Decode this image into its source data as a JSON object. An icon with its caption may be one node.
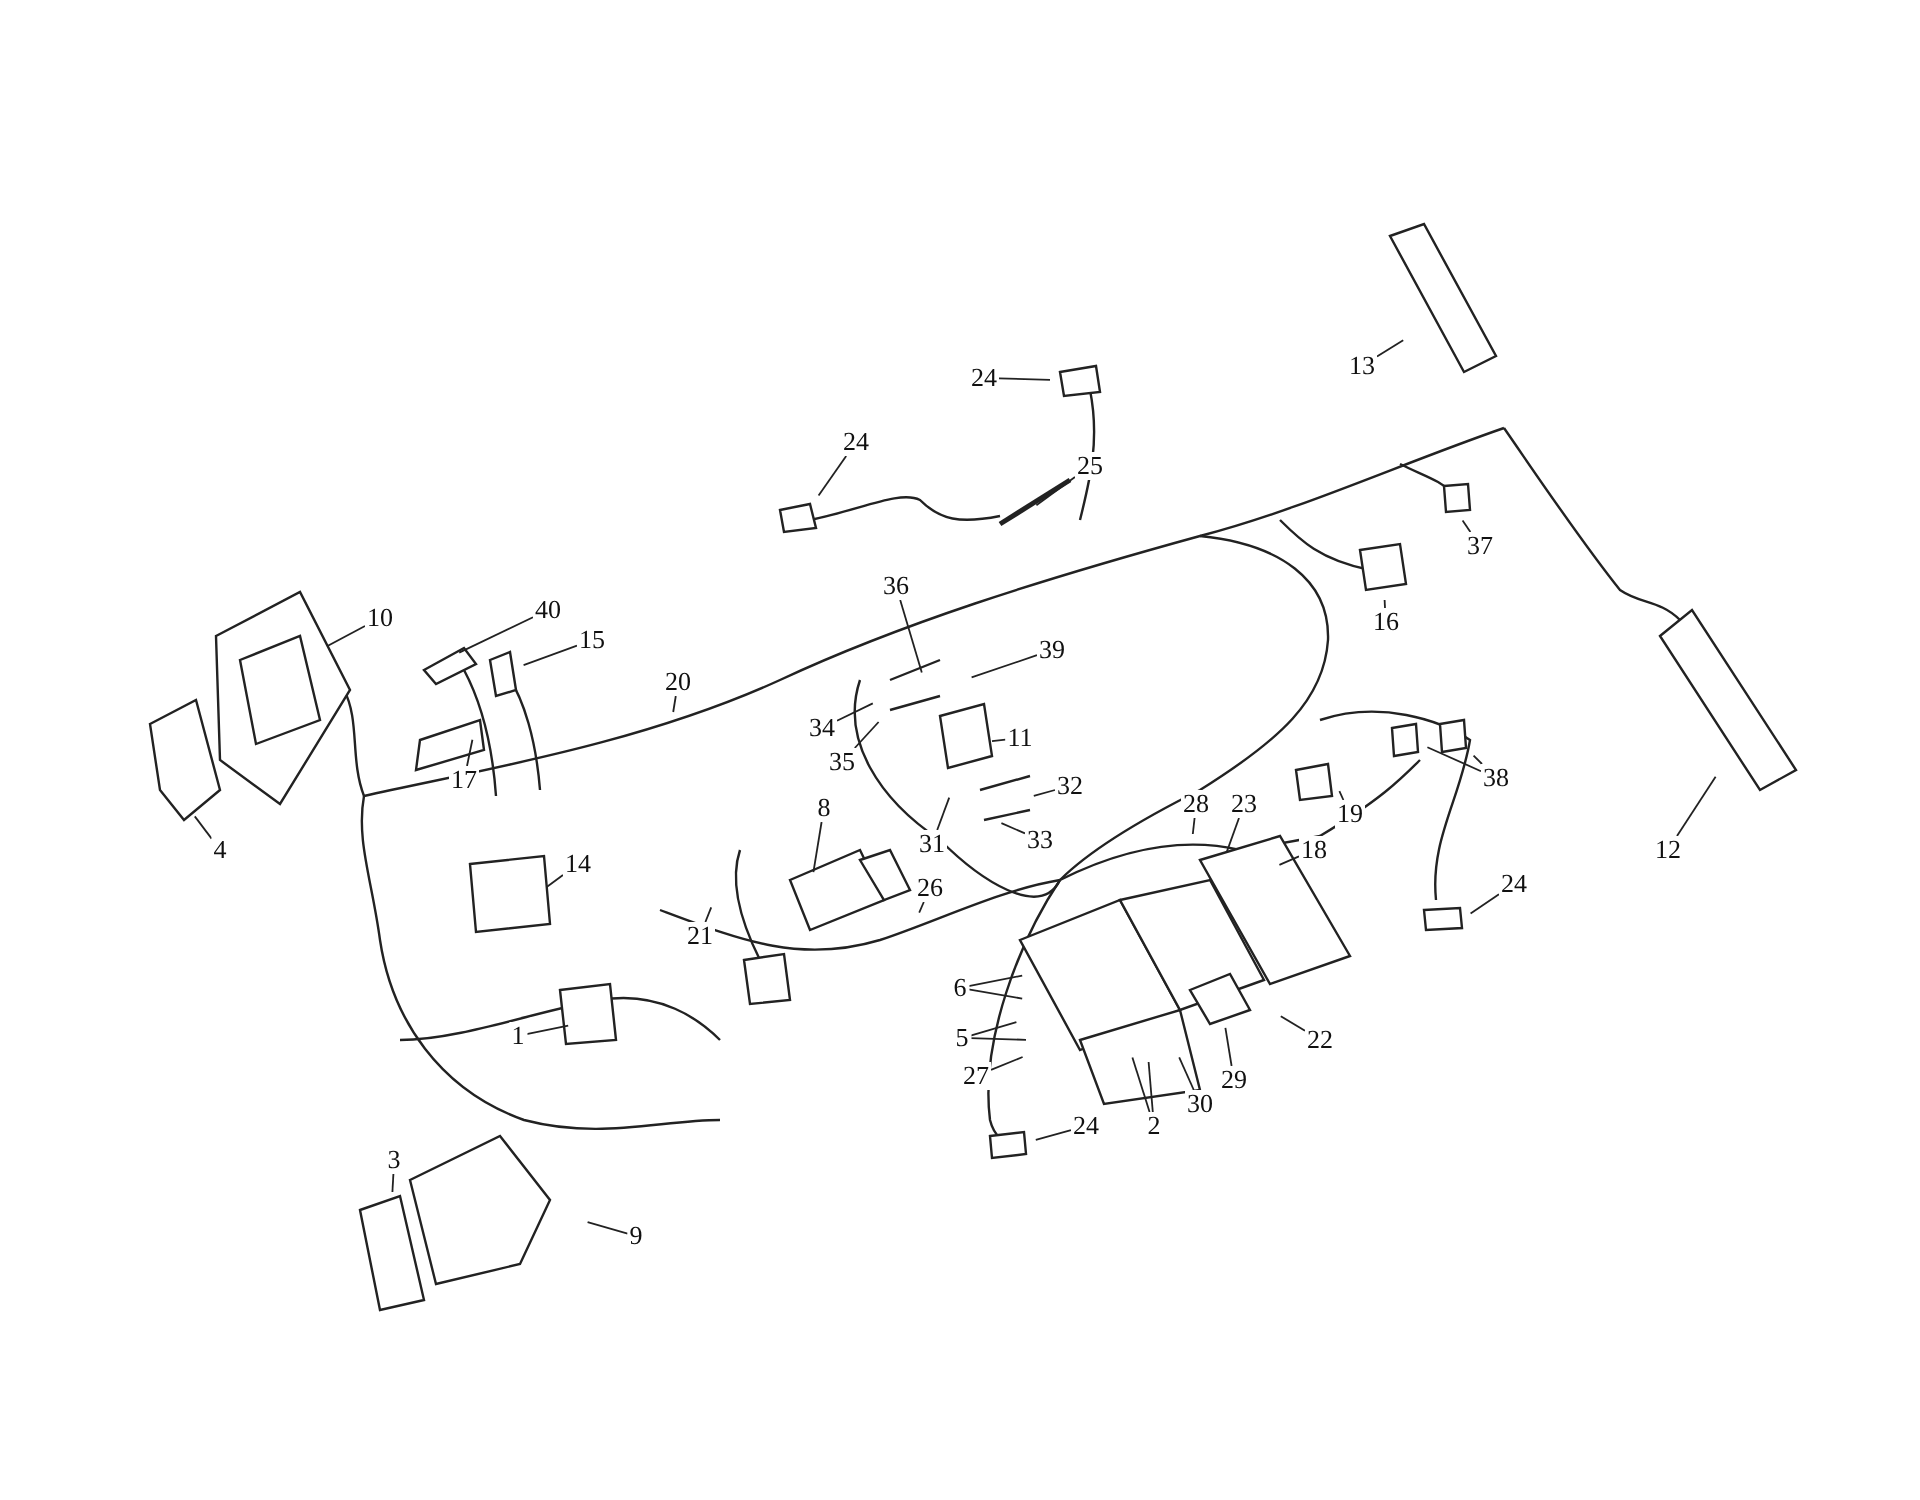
{
  "diagram": {
    "nodes": [
      {
        "text": [
          "13"
        ]
      },
      {
        "text": [
          "24"
        ]
      },
      {
        "text": [
          "24"
        ]
      },
      {
        "text": [
          "25"
        ]
      },
      {
        "text": [
          "37"
        ]
      },
      {
        "text": [
          "10"
        ]
      },
      {
        "text": [
          "40"
        ]
      },
      {
        "text": [
          "15"
        ]
      },
      {
        "text": [
          "16"
        ]
      },
      {
        "text": [
          "36"
        ]
      },
      {
        "text": [
          "39"
        ]
      },
      {
        "text": [
          "34"
        ]
      },
      {
        "text": [
          "35"
        ]
      },
      {
        "text": [
          "11"
        ]
      },
      {
        "text": [
          "20"
        ]
      },
      {
        "text": [
          "17"
        ]
      },
      {
        "text": [
          "4"
        ]
      },
      {
        "text": [
          "12"
        ]
      },
      {
        "text": [
          "32"
        ]
      },
      {
        "text": [
          "31"
        ]
      },
      {
        "text": [
          "33"
        ]
      },
      {
        "text": [
          "38"
        ]
      },
      {
        "text": [
          "19"
        ]
      },
      {
        "text": [
          "8"
        ]
      },
      {
        "text": [
          "14"
        ]
      },
      {
        "text": [
          "28"
        ]
      },
      {
        "text": [
          "23"
        ]
      },
      {
        "text": [
          "18"
        ]
      },
      {
        "text": [
          "24"
        ]
      },
      {
        "text": [
          "21"
        ]
      },
      {
        "text": [
          "26"
        ]
      },
      {
        "text": [
          "6"
        ]
      },
      {
        "text": [
          "5"
        ]
      },
      {
        "text": [
          "1"
        ]
      },
      {
        "text": [
          "27"
        ]
      },
      {
        "text": [
          "29"
        ]
      },
      {
        "text": [
          "22"
        ]
      },
      {
        "text": [
          "30"
        ]
      },
      {
        "text": [
          "2"
        ]
      },
      {
        "text": [
          "24"
        ]
      },
      {
        "text": [
          "3"
        ]
      },
      {
        "text": [
          "9"
        ]
      }
    ],
    "edges": [
      {
        "from": 0,
        "to": null,
        "arrow": "none"
      },
      {
        "from": 1,
        "to": null,
        "arrow": "none"
      },
      {
        "from": 2,
        "to": null,
        "arrow": "none"
      },
      {
        "from": 3,
        "to": null,
        "arrow": "none"
      },
      {
        "from": 4,
        "to": null,
        "arrow": "none"
      },
      {
        "from": 5,
        "to": null,
        "arrow": "none"
      },
      {
        "from": 6,
        "to": null,
        "arrow": "none"
      },
      {
        "from": 7,
        "to": null,
        "arrow": "none"
      },
      {
        "from": 8,
        "to": null,
        "arrow": "none"
      },
      {
        "from": 9,
        "to": null,
        "arrow": "none"
      },
      {
        "from": 10,
        "to": null,
        "arrow": "none"
      },
      {
        "from": 11,
        "to": null,
        "arrow": "none"
      },
      {
        "from": 12,
        "to": null,
        "arrow": "none"
      },
      {
        "from": 13,
        "to": null,
        "arrow": "none"
      },
      {
        "from": 14,
        "to": null,
        "arrow": "none"
      },
      {
        "from": 15,
        "to": null,
        "arrow": "none"
      },
      {
        "from": 16,
        "to": null,
        "arrow": "none"
      },
      {
        "from": 17,
        "to": null,
        "arrow": "none"
      },
      {
        "from": 18,
        "to": null,
        "arrow": "none"
      },
      {
        "from": 19,
        "to": null,
        "arrow": "none"
      },
      {
        "from": 20,
        "to": null,
        "arrow": "none"
      },
      {
        "from": 21,
        "to": null,
        "arrow": "none"
      },
      {
        "from": 21,
        "to": null,
        "arrow": "none"
      },
      {
        "from": 22,
        "to": null,
        "arrow": "none"
      },
      {
        "from": 23,
        "to": null,
        "arrow": "none"
      },
      {
        "from": 24,
        "to": null,
        "arrow": "none"
      },
      {
        "from": 25,
        "to": null,
        "arrow": "none"
      },
      {
        "from": 26,
        "to": null,
        "arrow": "none"
      },
      {
        "from": 27,
        "to": null,
        "arrow": "none"
      },
      {
        "from": 28,
        "to": null,
        "arrow": "none"
      },
      {
        "from": 29,
        "to": null,
        "arrow": "none"
      },
      {
        "from": 30,
        "to": null,
        "arrow": "none"
      },
      {
        "from": 31,
        "to": null,
        "arrow": "none"
      },
      {
        "from": 31,
        "to": null,
        "arrow": "none"
      },
      {
        "from": 32,
        "to": null,
        "arrow": "none"
      },
      {
        "from": 32,
        "to": null,
        "arrow": "none"
      },
      {
        "from": 33,
        "to": null,
        "arrow": "none"
      },
      {
        "from": 34,
        "to": null,
        "arrow": "none"
      },
      {
        "from": 35,
        "to": null,
        "arrow": "none"
      },
      {
        "from": 36,
        "to": null,
        "arrow": "none"
      },
      {
        "from": 37,
        "to": null,
        "arrow": "none"
      },
      {
        "from": 38,
        "to": null,
        "arrow": "none"
      },
      {
        "from": 38,
        "to": null,
        "arrow": "none"
      },
      {
        "from": 39,
        "to": null,
        "arrow": "none"
      },
      {
        "from": 40,
        "to": null,
        "arrow": "none"
      },
      {
        "from": 41,
        "to": null,
        "arrow": "none"
      }
    ]
  }
}
